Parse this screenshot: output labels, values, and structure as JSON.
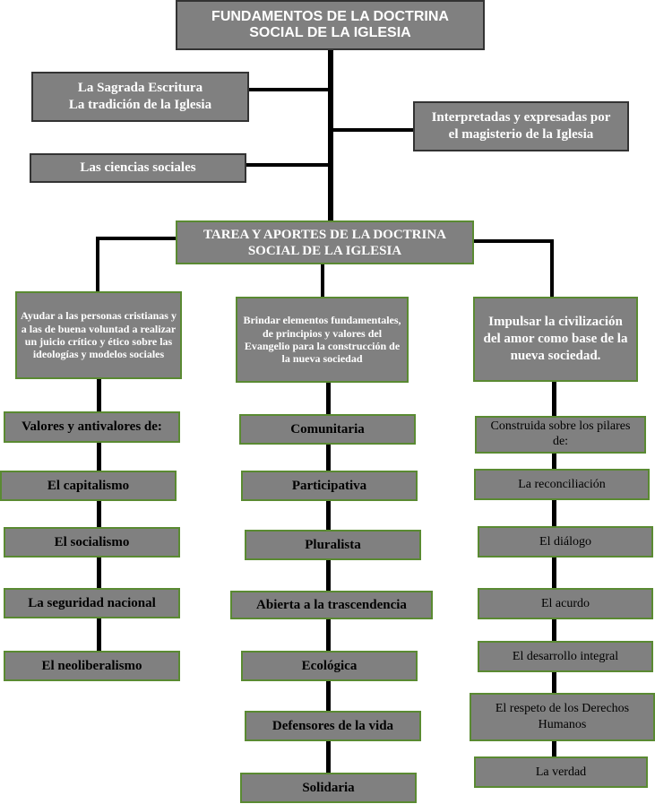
{
  "title": {
    "line1": "FUNDAMENTOS DE LA DOCTRINA",
    "line2": "SOCIAL DE LA IGLESIA"
  },
  "sources": {
    "scripture_line1": "La Sagrada Escritura",
    "scripture_line2": "La tradición de la Iglesia",
    "social_sciences": "Las ciencias sociales",
    "magisterium_line1": "Interpretadas y expresadas por",
    "magisterium_line2": "el magisterio de la Iglesia"
  },
  "task": {
    "line1": "TAREA Y APORTES DE LA DOCTRINA",
    "line2": "SOCIAL DE LA IGLESIA"
  },
  "columns": {
    "left": {
      "header": "Ayudar a las personas cristianas y a las de buena voluntad a realizar un juicio crítico y ético sobre las ideologías y modelos sociales",
      "subheader": "Valores y antivalores de:",
      "items": [
        "El capitalismo",
        "El socialismo",
        "La seguridad nacional",
        "El neoliberalismo"
      ]
    },
    "middle": {
      "header": "Brindar elementos fundamentales, de principios y valores del Evangelio para la construcción de la nueva sociedad",
      "items": [
        "Comunitaria",
        "Participativa",
        "Pluralista",
        "Abierta a la trascendencia",
        "Ecológica",
        "Defensores de la vida",
        "Solidaria"
      ]
    },
    "right": {
      "header": "Impulsar la civilización del amor como base de la nueva sociedad.",
      "subheader": "Construida sobre los pilares de:",
      "items": [
        "La reconciliación",
        "El diálogo",
        "El acurdo",
        "El desarrollo integral",
        "El respeto de los Derechos Humanos",
        "La verdad"
      ]
    }
  },
  "colors": {
    "box_fill": "#808080",
    "box_border": "#5a8a32",
    "connector": "#000000"
  }
}
